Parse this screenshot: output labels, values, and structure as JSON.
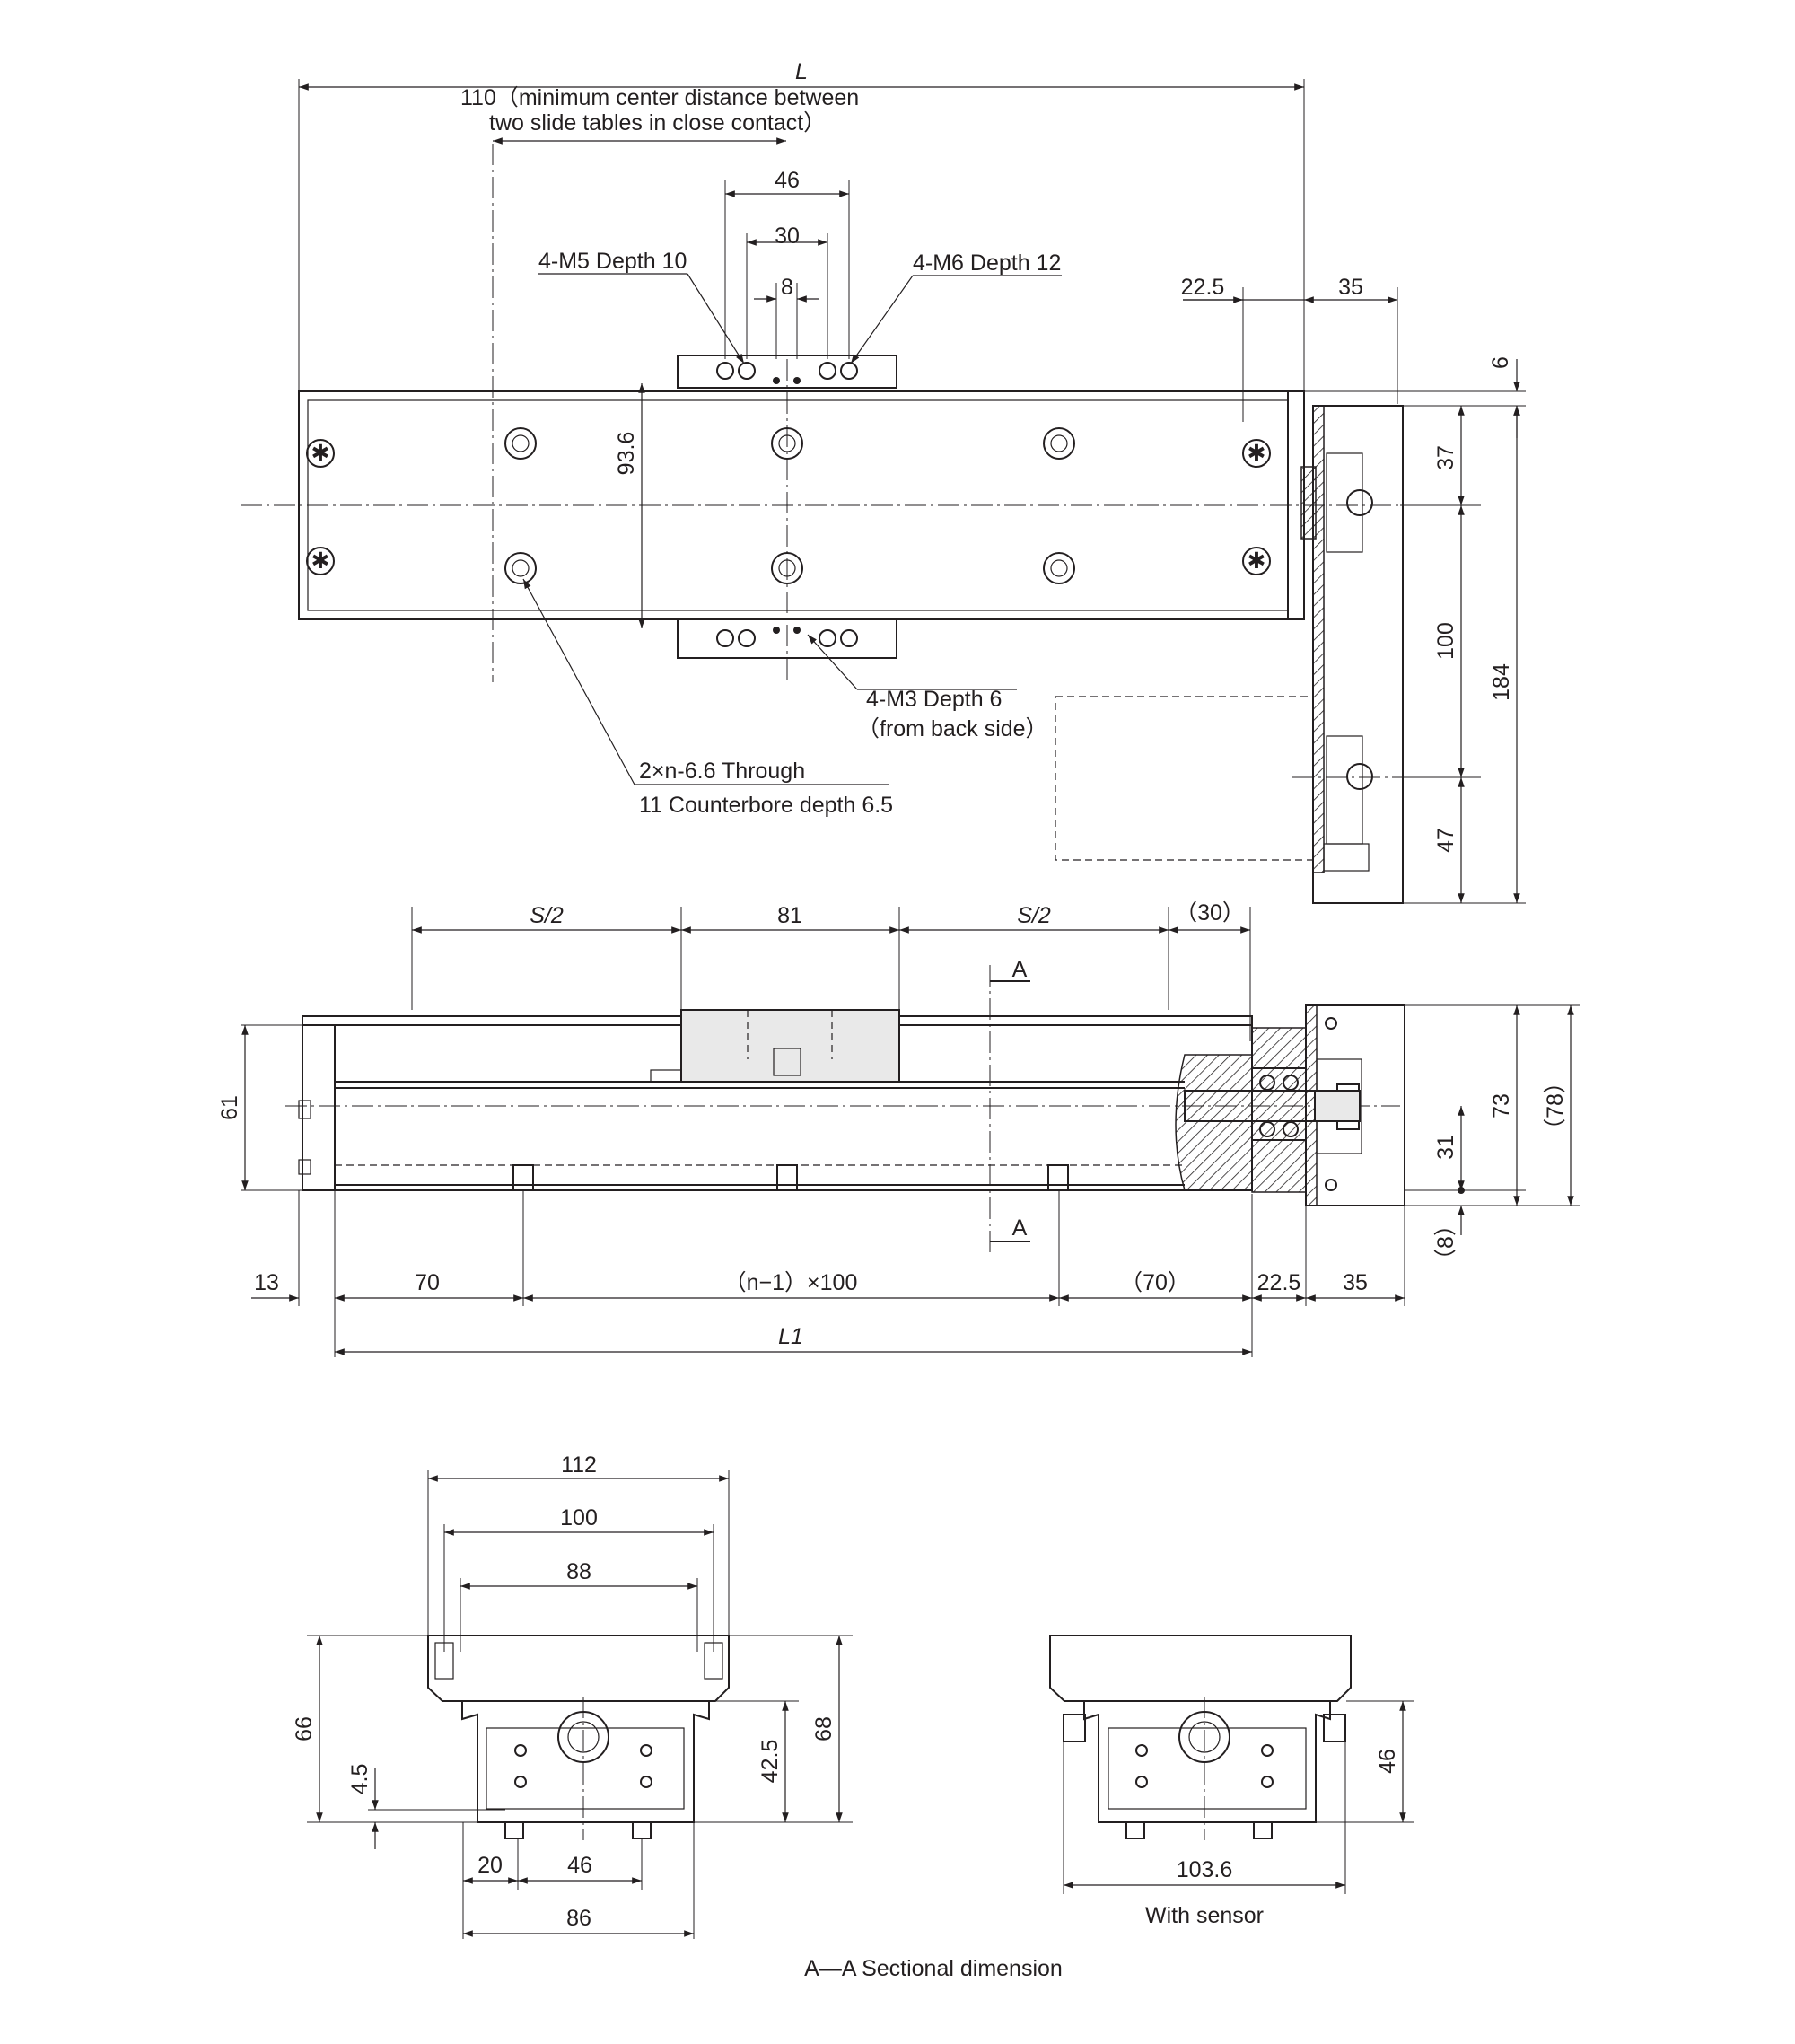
{
  "top_view": {
    "L": "L",
    "min_center_line1": "110（minimum center distance between",
    "min_center_line2": "two slide tables in close contact）",
    "d46": "46",
    "d30": "30",
    "d8": "8",
    "m5": "4-M5 Depth 10",
    "m6": "4-M6 Depth 12",
    "d22_5": "22.5",
    "d35": "35",
    "d6": "6",
    "d93_6": "93.6",
    "d37": "37",
    "d100": "100",
    "d184": "184",
    "d47": "47",
    "m3_line1": "4-M3 Depth 6",
    "m3_line2": "（from back side）",
    "through_line1": "2×n-6.6 Through",
    "through_line2": "11 Counterbore depth 6.5"
  },
  "side_view": {
    "s2_left": "S/2",
    "d81": "81",
    "s2_right": "S/2",
    "d30p": "（30）",
    "sec_a_top": "A",
    "sec_a_bottom": "A",
    "d61": "61",
    "d73": "73",
    "d78p": "（78）",
    "d31": "31",
    "d8p": "（8）",
    "d13": "13",
    "d70": "70",
    "pitch": "（n−1）×100",
    "d70p": "（70）",
    "d22_5": "22.5",
    "d35": "35",
    "L1": "L1"
  },
  "section_view": {
    "d112": "112",
    "d100": "100",
    "d88": "88",
    "d66": "66",
    "d4_5": "4.5",
    "d42_5": "42.5",
    "d68": "68",
    "d20": "20",
    "d46": "46",
    "d86": "86",
    "caption": "A—A Sectional dimension"
  },
  "sensor_view": {
    "d46": "46",
    "d103_6": "103.6",
    "caption": "With sensor"
  }
}
